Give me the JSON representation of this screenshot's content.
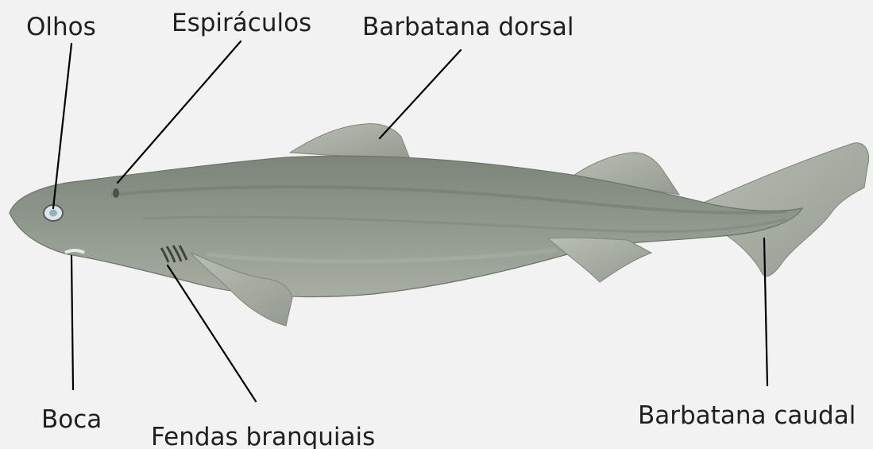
{
  "labels": {
    "eyes": "Olhos",
    "spiracles": "Espiráculos",
    "dorsal_fin": "Barbatana dorsal",
    "mouth": "Boca",
    "gill_slits": "Fendas branquiais",
    "caudal_fin": "Barbatana caudal"
  },
  "colors": {
    "background": "#f2f2f2",
    "shark_body": "#8e958b",
    "shark_dark": "#6f766c",
    "shark_light": "#b9bfb5",
    "fin": "#a9afa4",
    "leader_line": "#000000",
    "label_text": "#1f1f1f"
  }
}
